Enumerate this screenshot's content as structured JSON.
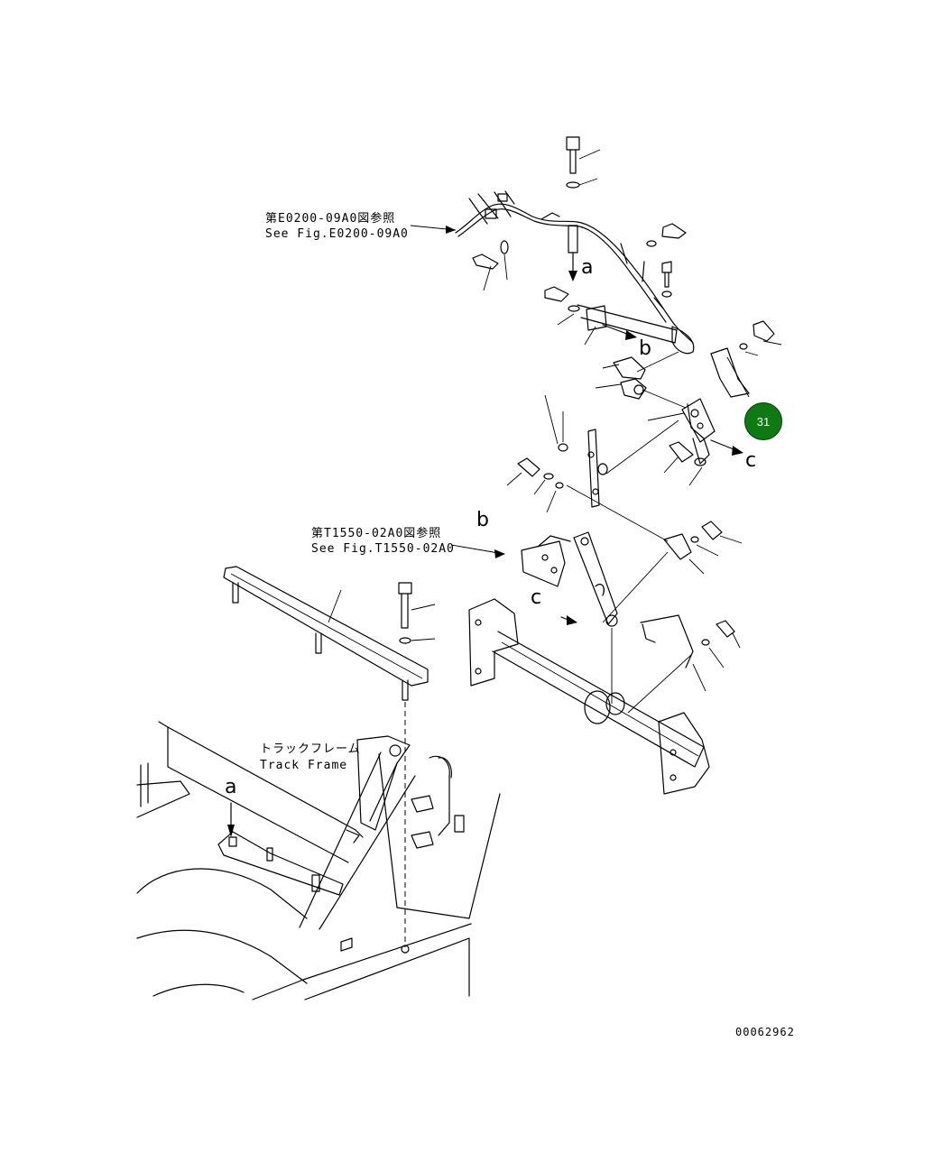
{
  "references": [
    {
      "jp": "第E0200-09A0図参照",
      "en": "See Fig.E0200-09A0"
    },
    {
      "jp": "第T1550-02A0図参照",
      "en": "See Fig.T1550-02A0"
    }
  ],
  "track_frame": {
    "jp": "トラックフレーム",
    "en": "Track Frame"
  },
  "connectors": {
    "a": "a",
    "b": "b",
    "c": "c"
  },
  "callout": {
    "number": "31",
    "color": "#0e7a12"
  },
  "drawing_number": "00062962"
}
